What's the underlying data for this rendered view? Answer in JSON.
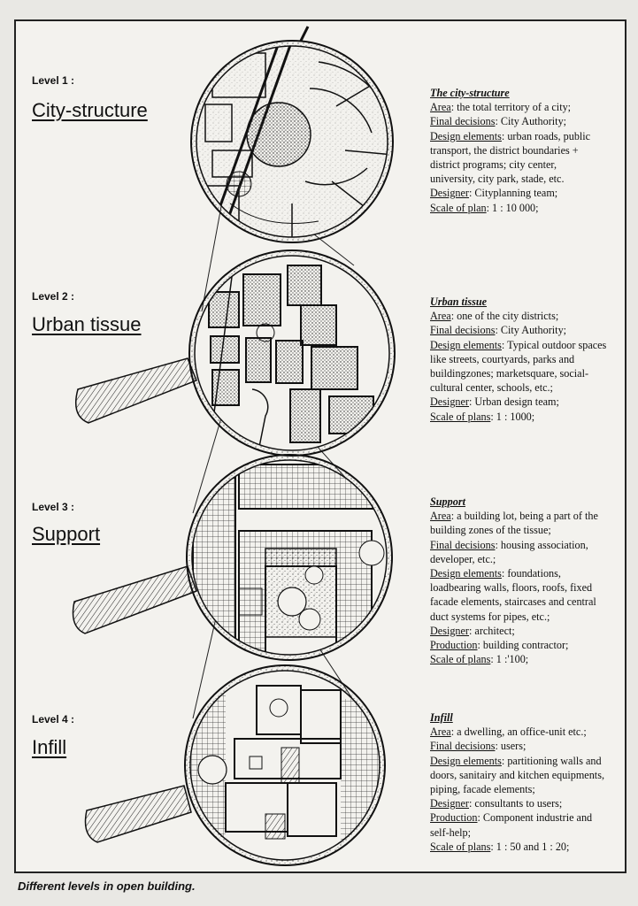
{
  "levels": [
    {
      "label": "Level 1 :",
      "title": "City-structure",
      "desc_title": "The city-structure",
      "lines": [
        [
          [
            "Area",
            ": the total territory of a city;"
          ]
        ],
        [
          [
            "Final decisions",
            ": City Authority;"
          ]
        ],
        [
          [
            "Design elements",
            ": urban roads, public"
          ]
        ],
        [
          [
            "",
            "transport, the district boundaries +"
          ]
        ],
        [
          [
            "",
            "district programs; city center,"
          ]
        ],
        [
          [
            "",
            "university, city park, stade, etc."
          ]
        ],
        [
          [
            "Designer",
            ": Cityplanning team;"
          ]
        ],
        [
          [
            "Scale of plan",
            ": 1 : 10 000;"
          ]
        ]
      ]
    },
    {
      "label": "Level 2 :",
      "title": "Urban tissue",
      "desc_title": "Urban tissue",
      "lines": [
        [
          [
            "Area",
            ": one of the city districts;"
          ]
        ],
        [
          [
            "Final decisions",
            ": City Authority;"
          ]
        ],
        [
          [
            "Design elements",
            ": Typical outdoor spaces"
          ]
        ],
        [
          [
            "",
            "like streets, courtyards, parks and"
          ]
        ],
        [
          [
            "",
            "buildingzones; marketsquare, social-"
          ]
        ],
        [
          [
            "",
            "cultural center, schools, etc.;"
          ]
        ],
        [
          [
            "Designer",
            ": Urban design team;"
          ]
        ],
        [
          [
            "Scale of plans",
            ": 1 : 1000;"
          ]
        ]
      ]
    },
    {
      "label": "Level  3 :",
      "title": "Support",
      "desc_title": "Support",
      "lines": [
        [
          [
            "Area",
            ": a building lot, being a part of the"
          ]
        ],
        [
          [
            "",
            "building zones of the tissue;"
          ]
        ],
        [
          [
            "Final decisions",
            ": housing association,"
          ]
        ],
        [
          [
            "",
            "developer, etc.;"
          ]
        ],
        [
          [
            "Design elements",
            ": foundations,"
          ]
        ],
        [
          [
            "",
            "loadbearing walls, floors, roofs, fixed"
          ]
        ],
        [
          [
            "",
            "facade elements,  staircases and central"
          ]
        ],
        [
          [
            "",
            "duct systems for pipes, etc.;"
          ]
        ],
        [
          [
            "Designer",
            ": architect;"
          ]
        ],
        [
          [
            "Production",
            ": building contractor;"
          ]
        ],
        [
          [
            "Scale of plans",
            ": 1 :'100;"
          ]
        ]
      ]
    },
    {
      "label": "Level  4 :",
      "title": "Infill",
      "desc_title": "Infill",
      "lines": [
        [
          [
            "Area",
            ": a dwelling, an office-unit etc.;"
          ]
        ],
        [
          [
            "Final decisions",
            ": users;"
          ]
        ],
        [
          [
            "Design elements",
            ": partitioning walls and"
          ]
        ],
        [
          [
            "",
            "doors, sanitairy and kitchen equipments,"
          ]
        ],
        [
          [
            "",
            "piping, facade elements;"
          ]
        ],
        [
          [
            "Designer",
            ": consultants to users;"
          ]
        ],
        [
          [
            "Production",
            ": Component industrie and"
          ]
        ],
        [
          [
            "",
            "self-help;"
          ]
        ],
        [
          [
            "Scale of plans",
            ": 1 : 50 and 1 : 20;"
          ]
        ]
      ]
    }
  ],
  "caption": "Different levels in open building.",
  "icons": [
    "magnifying-glass-icon"
  ],
  "colors": {
    "ink": "#111111",
    "paper": "#f3f2ee"
  }
}
